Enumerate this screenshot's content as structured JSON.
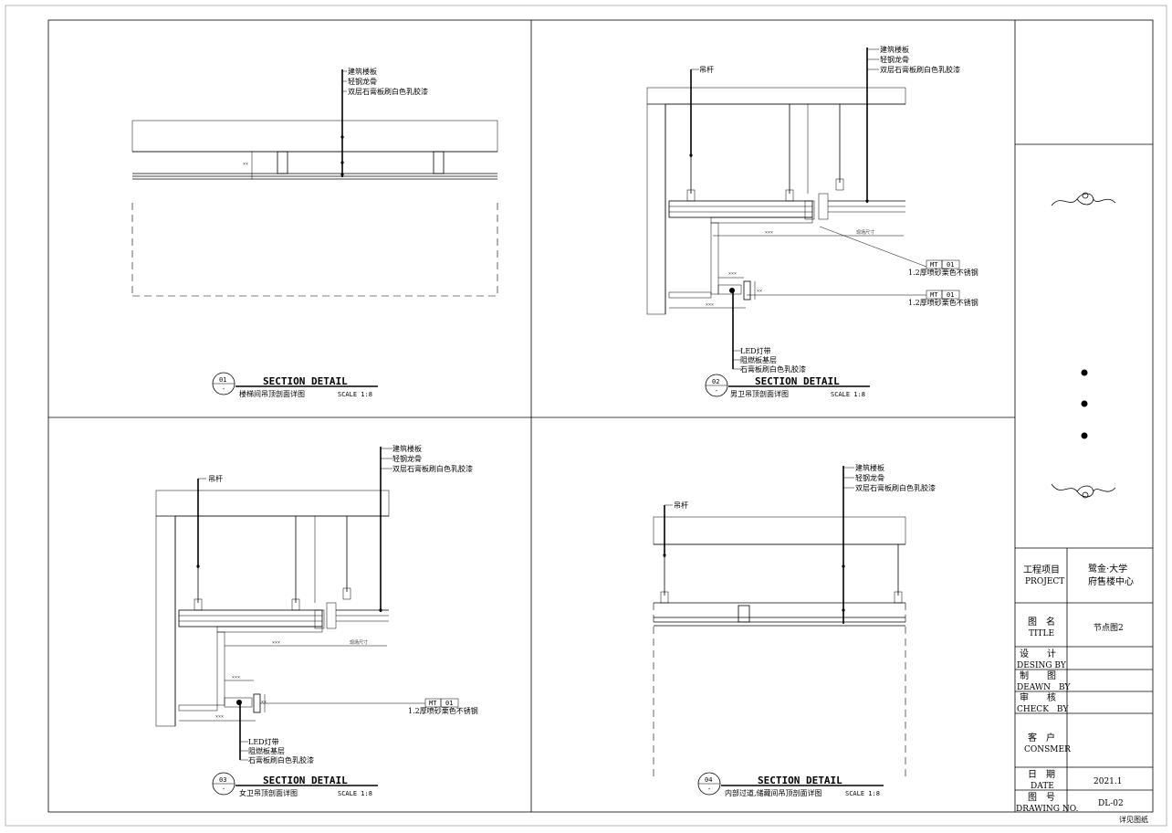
{
  "details": [
    {
      "number": "01",
      "sub": "-",
      "title": "SECTION DETAIL",
      "caption": "楼梯间吊顶剖面详图",
      "scale": "SCALE 1:8",
      "callout_labels": [
        "建筑楼板",
        "轻钢龙骨",
        "双层石膏板刷白色乳胶漆"
      ],
      "dimensions": [
        "××"
      ]
    },
    {
      "number": "02",
      "sub": "-",
      "title": "SECTION DETAIL",
      "caption": "男卫吊顶剖面详图",
      "scale": "SCALE 1:8",
      "callout_labels": [
        "建筑楼板",
        "轻钢龙骨",
        "双层石膏板刷白色乳胶漆"
      ],
      "hanger_label": "吊杆",
      "bottom_labels": [
        "LED灯带",
        "阻燃板基层",
        "石膏板刷白色乳胶漆"
      ],
      "material_tags": [
        {
          "code": "MT",
          "num": "01",
          "desc": "1.2厚喷砂栗色不锈钢"
        },
        {
          "code": "MT",
          "num": "01",
          "desc": "1.2厚喷砂栗色不锈钢"
        }
      ],
      "dimensions": [
        "×××",
        "现场尺寸",
        "×××",
        "××",
        "×××"
      ]
    },
    {
      "number": "03",
      "sub": "-",
      "title": "SECTION DETAIL",
      "caption": "女卫吊顶剖面详图",
      "scale": "SCALE 1:8",
      "callout_labels": [
        "建筑楼板",
        "轻钢龙骨",
        "双层石膏板刷白色乳胶漆"
      ],
      "hanger_label": "吊杆",
      "bottom_labels": [
        "LED灯带",
        "阻燃板基层",
        "石膏板刷白色乳胶漆"
      ],
      "material_tags": [
        {
          "code": "MT",
          "num": "01",
          "desc": "1.2厚喷砂栗色不锈钢"
        }
      ],
      "dimensions": [
        "×××",
        "现场尺寸",
        "×××",
        "××",
        "×××"
      ]
    },
    {
      "number": "04",
      "sub": "-",
      "title": "SECTION DETAIL",
      "caption": "内部过道,储藏间吊顶剖面详图",
      "scale": "SCALE 1:8",
      "callout_labels": [
        "建筑楼板",
        "轻钢龙骨",
        "双层石膏板刷白色乳胶漆"
      ],
      "hanger_label": "吊杆"
    }
  ],
  "title_block": {
    "project_cn": "工程项目",
    "project_en": "PROJECT",
    "project_value_1": "鹭金·大学",
    "project_value_2": "府售楼中心",
    "title_cn": "图　名",
    "title_en": "TITLE",
    "title_value": "节点图2",
    "design_cn": "设　　计",
    "design_en": "DESING BY",
    "drawn_cn": "制　　图",
    "drawn_en": "DEAWN　BY",
    "check_cn": "审　　核",
    "check_en": "CHECK　BY",
    "client_cn": "客　户",
    "client_en": "CONSMER",
    "date_cn": "日　期",
    "date_en": "DATE",
    "date_value": "2021.1",
    "drawing_no_cn": "图　号",
    "drawing_no_en": "DRAWING NO.",
    "drawing_no_value": "DL-02"
  },
  "footer_note": "详见图纸"
}
